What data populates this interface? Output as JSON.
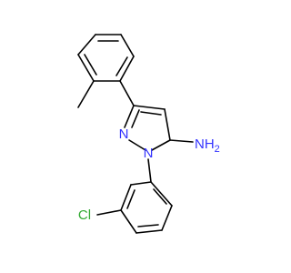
{
  "molecule": {
    "atoms": {
      "n_ring": {
        "label": "N",
        "color": "#3333ff"
      },
      "n_aryl": {
        "label": "N",
        "color": "#3333ff"
      },
      "amine": {
        "label": "NH2",
        "main": "NH",
        "sub": "2",
        "color": "#3333ff"
      },
      "chlorine": {
        "label": "Cl",
        "color": "#33aa33"
      }
    },
    "bond_color": "#000000"
  }
}
